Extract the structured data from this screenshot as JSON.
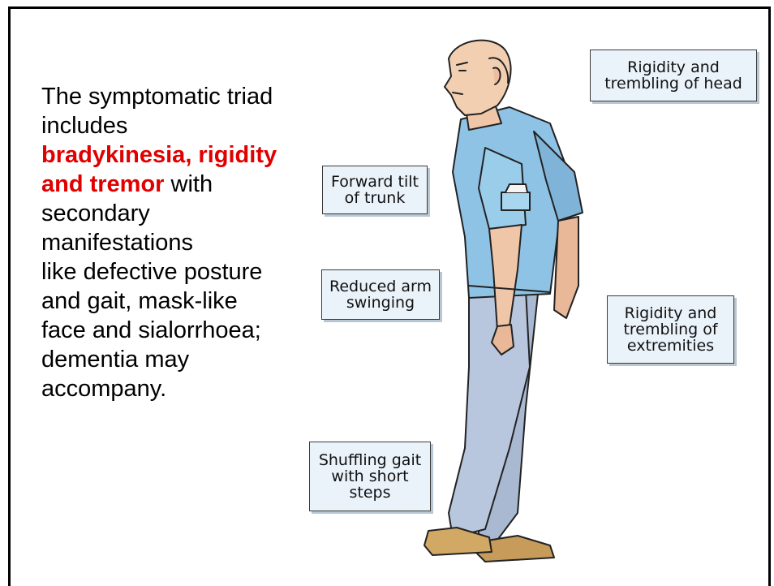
{
  "slide": {
    "text": {
      "line1": "The symptomatic triad",
      "line2": "includes",
      "highlight1": "bradykinesia, rigidity",
      "highlight2": "and tremor",
      "after_highlight": " with",
      "line4": "secondary",
      "line5": "manifestations",
      "line6": "like defective posture",
      "line7": "and gait, mask-like",
      "line8": "face and sialorrhoea;",
      "line9": "dementia may",
      "line10": "accompany."
    },
    "highlight_color": "#e00000",
    "labels": {
      "head": [
        "Rigidity and",
        "trembling of head"
      ],
      "trunk": [
        "Forward tilt",
        "of trunk"
      ],
      "arm": [
        "Reduced arm",
        "swinging"
      ],
      "extremities": [
        "Rigidity and",
        "trembling of",
        "extremities"
      ],
      "gait": [
        "Shuffling gait",
        "with short",
        "steps"
      ]
    },
    "figure": {
      "icon": "walking-elderly-man-figure",
      "shirt_color": "#8fc3e6",
      "trousers_color": "#a9b9d2"
    }
  }
}
